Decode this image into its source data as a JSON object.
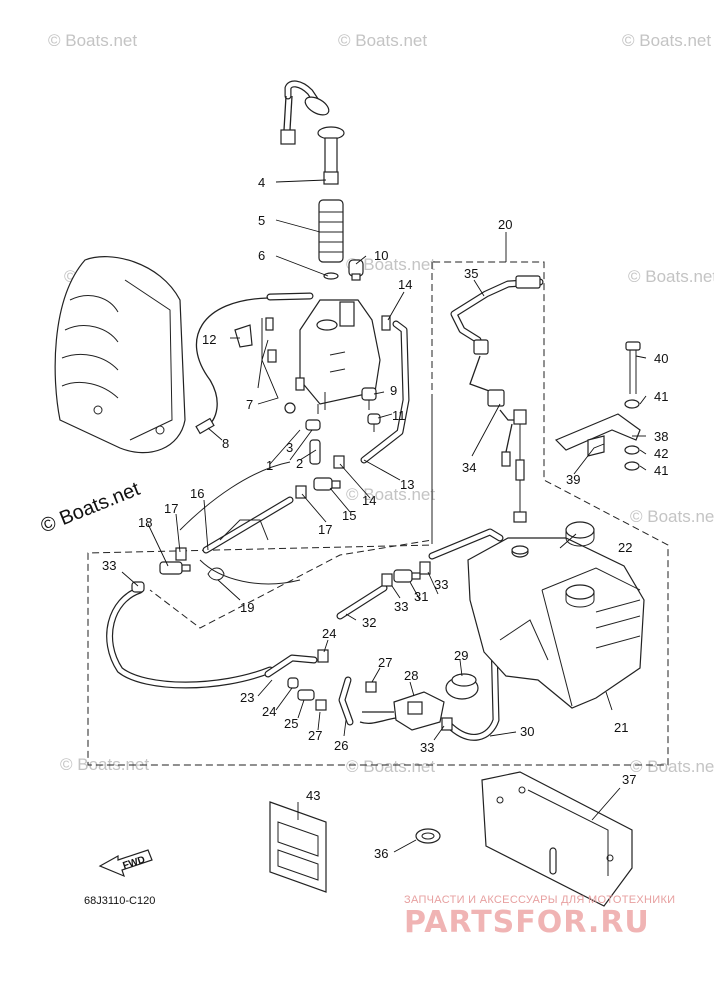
{
  "watermark": "© Boats.net",
  "drawing_code": "68J3110-C120",
  "fwd_label": "FWD",
  "site_tagline": "ЗАПЧАСТИ И АКСЕССУАРЫ ДЛЯ МОТОТЕХНИКИ",
  "site_logo": "PARTSFOR.RU",
  "callouts": [
    "1",
    "2",
    "3",
    "4",
    "5",
    "6",
    "7",
    "8",
    "9",
    "10",
    "11",
    "12",
    "13",
    "14",
    "15",
    "16",
    "17",
    "18",
    "19",
    "20",
    "21",
    "22",
    "23",
    "24",
    "25",
    "26",
    "27",
    "28",
    "29",
    "30",
    "31",
    "32",
    "33",
    "34",
    "35",
    "36",
    "37",
    "38",
    "39",
    "40",
    "41",
    "42",
    "43"
  ]
}
